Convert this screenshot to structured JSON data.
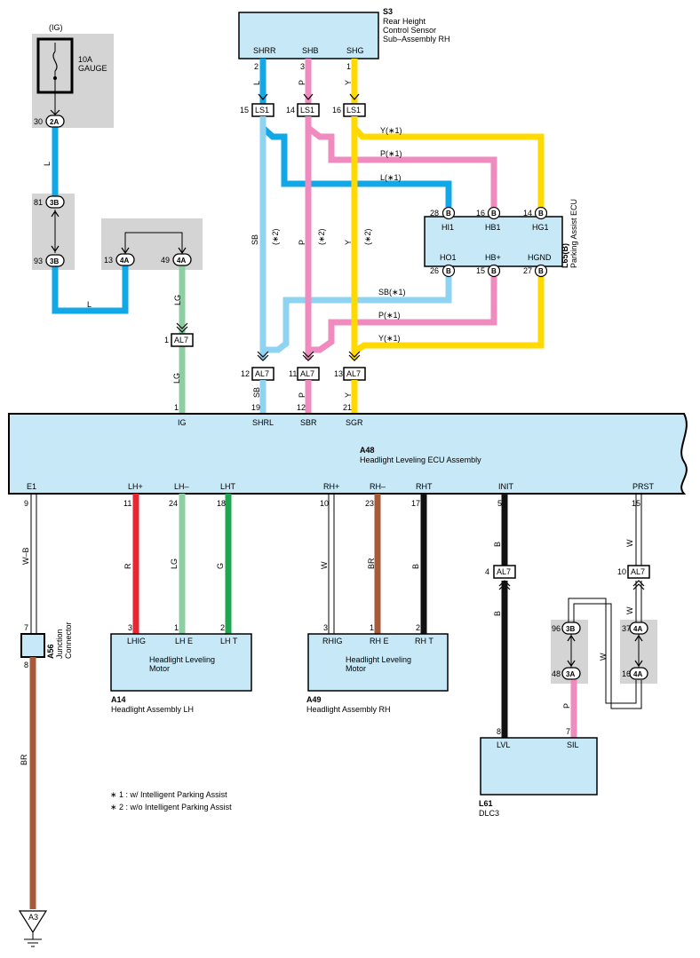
{
  "fuse": {
    "ig_label": "(IG)",
    "rating": "10A",
    "name": "GAUGE",
    "conn": "2A",
    "pin": "30",
    "wire": "L"
  },
  "jc_3b": {
    "conn_top": "3B",
    "pin_top": "81",
    "conn_bottom": "3B",
    "pin_bottom": "93"
  },
  "jc_4a": {
    "conn_left": "4A",
    "pin_left": "13",
    "conn_right": "4A",
    "pin_right": "49",
    "wire_lg": "LG",
    "wire_l_bottom": "L"
  },
  "al7": {
    "conn": "AL7",
    "pin_1": "1",
    "pin_12": "12",
    "pin_11": "11",
    "pin_13": "13",
    "pin_4": "4",
    "pin_10": "10"
  },
  "s3": {
    "code": "S3",
    "name_line1": "Rear Height",
    "name_line2": "Control Sensor",
    "name_line3": "Sub–Assembly RH",
    "pins": [
      {
        "term": "SHRR",
        "pin": "2",
        "wire": "L",
        "ls_pin": "15",
        "ls": "LS1"
      },
      {
        "term": "SHB",
        "pin": "3",
        "wire": "P",
        "ls_pin": "14",
        "ls": "LS1"
      },
      {
        "term": "SHG",
        "pin": "1",
        "wire": "Y",
        "ls_pin": "16",
        "ls": "LS1"
      }
    ]
  },
  "l65": {
    "code": "L65(B)",
    "name": "Parking Assist ECU",
    "conn": "B",
    "terms_top": [
      {
        "term": "HI1",
        "pin": "28"
      },
      {
        "term": "HB1",
        "pin": "16"
      },
      {
        "term": "HG1",
        "pin": "14"
      }
    ],
    "terms_bottom": [
      {
        "term": "HO1",
        "pin": "26"
      },
      {
        "term": "HB+",
        "pin": "15"
      },
      {
        "term": "HGND",
        "pin": "27"
      }
    ],
    "wires": {
      "y1": "Y(∗1)",
      "p1": "P(∗1)",
      "l1": "L(∗1)",
      "sb1": "SB(∗1)",
      "p1b": "P(∗1)",
      "y1b": "Y(∗1)"
    }
  },
  "mid_wires": {
    "sb": "SB",
    "p": "P",
    "y": "Y",
    "note2": "(∗2)"
  },
  "a48": {
    "code": "A48",
    "name": "Headlight Leveling ECU Assembly",
    "top_terms": [
      {
        "term": "IG",
        "pin": "1",
        "wire": "LG"
      },
      {
        "term": "SHRL",
        "pin": "19",
        "wire": "SB"
      },
      {
        "term": "SBR",
        "pin": "12",
        "wire": "P"
      },
      {
        "term": "SGR",
        "pin": "21",
        "wire": "Y"
      }
    ],
    "bottom_terms": [
      {
        "term": "E1",
        "pin": "9"
      },
      {
        "term": "LH+",
        "pin": "11"
      },
      {
        "term": "LH–",
        "pin": "24"
      },
      {
        "term": "LHT",
        "pin": "18"
      },
      {
        "term": "RH+",
        "pin": "10"
      },
      {
        "term": "RH–",
        "pin": "23"
      },
      {
        "term": "RHT",
        "pin": "17"
      },
      {
        "term": "INIT",
        "pin": "5"
      },
      {
        "term": "PRST",
        "pin": "15"
      }
    ]
  },
  "wire_codes": {
    "wb": "W–B",
    "r": "R",
    "lg": "LG",
    "g": "G",
    "w": "W",
    "br": "BR",
    "b": "B",
    "b2": "B",
    "w2": "W",
    "w3": "W",
    "w4": "W",
    "p": "P",
    "br_ground": "BR"
  },
  "a56": {
    "code": "A56",
    "name_line1": "Junction",
    "name_line2": "Connector",
    "pin_in": "7",
    "pin_out": "8"
  },
  "a14": {
    "code": "A14",
    "assembly": "Headlight Assembly LH",
    "motor_line1": "Headlight Leveling",
    "motor_line2": "Motor",
    "terms": [
      {
        "term": "LHIG",
        "pin": "3"
      },
      {
        "term": "LH E",
        "pin": "1"
      },
      {
        "term": "LH T",
        "pin": "2"
      }
    ]
  },
  "a49": {
    "code": "A49",
    "assembly": "Headlight Assembly RH",
    "motor_line1": "Headlight Leveling",
    "motor_line2": "Motor",
    "terms": [
      {
        "term": "RHIG",
        "pin": "3"
      },
      {
        "term": "RH E",
        "pin": "1"
      },
      {
        "term": "RH T",
        "pin": "2"
      }
    ]
  },
  "jc_dlc": {
    "conn_3b": "3B",
    "pin_96": "96",
    "conn_3a": "3A",
    "pin_48": "48",
    "conn_4a_top": "4A",
    "pin_37": "37",
    "conn_4a_bottom": "4A",
    "pin_16": "16"
  },
  "l61": {
    "code": "L61",
    "name": "DLC3",
    "term_lvl": "LVL",
    "pin_lvl": "8",
    "term_sil": "SIL",
    "pin_sil": "7"
  },
  "ground": {
    "label": "A3"
  },
  "notes": [
    "∗ 1 : w/ Intelligent Parking Assist",
    "∗ 2 : w/o Intelligent Parking Assist"
  ],
  "colors": {
    "l_blue": "#12a7e6",
    "p_pink": "#f08bbf",
    "y_yellow": "#ffd900",
    "lg_green": "#8ecfa2",
    "sb_skyblue": "#8fd3f2",
    "r_red": "#e62631",
    "g_green": "#1ea651",
    "br_brown": "#a75a3a",
    "b_black": "#111111",
    "box_fill": "#c7e8f7",
    "jc_gray": "#d4d4d4"
  }
}
